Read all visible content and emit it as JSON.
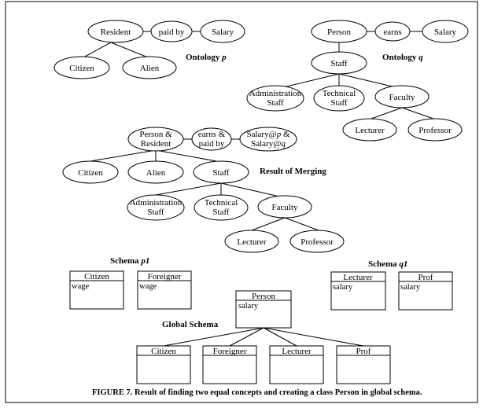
{
  "ontology_p": {
    "title_main": "Ontology ",
    "title_var": "p",
    "nodes": {
      "resident": "Resident",
      "paid_by": "paid by",
      "salary": "Salary",
      "citizen": "Citizen",
      "alien": "Alien"
    }
  },
  "ontology_q": {
    "title_main": "Ontology ",
    "title_var": "q",
    "nodes": {
      "person": "Person",
      "earns": "earns",
      "salary": "Salary",
      "staff": "Staff",
      "admin_staff": [
        "Administration",
        "Staff"
      ],
      "technical_staff": [
        "Technical",
        "Staff"
      ],
      "faculty": "Faculty",
      "lecturer": "Lecturer",
      "professor": "Professor"
    }
  },
  "merged": {
    "title": "Result of Merging",
    "nodes": {
      "person_resident": [
        "Person &",
        "Resident"
      ],
      "earns_paid_by": [
        "earns &",
        "paid by"
      ],
      "salary_pq": {
        "line1_prefix": "Salary@",
        "line1_var": "p",
        "line1_suffix": " &",
        "line2_prefix": "Salary@",
        "line2_var": "q"
      },
      "citizen": "Citizen",
      "alien": "Alien",
      "staff": "Staff",
      "admin_staff": [
        "Administration",
        "Staff"
      ],
      "technical_staff": [
        "Technical",
        "Staff"
      ],
      "faculty": "Faculty",
      "lecturer": "Lecturer",
      "professor": "Professor"
    }
  },
  "schema_p1": {
    "title_main": "Schema ",
    "title_var": "p1",
    "classes": [
      {
        "name": "Citizen",
        "attr": "wage"
      },
      {
        "name": "Foreigner",
        "attr": "wage"
      }
    ]
  },
  "schema_q1": {
    "title_main": "Schema ",
    "title_var": "q1",
    "classes": [
      {
        "name": "Lecturer",
        "attr": "salary"
      },
      {
        "name": "Prof",
        "attr": "salary"
      }
    ]
  },
  "global_schema": {
    "title": "Global Schema",
    "root": {
      "name": "Person",
      "attr": "salary"
    },
    "children": [
      "Citizen",
      "Foreigner",
      "Lecturer",
      "Prof"
    ]
  },
  "caption": "FIGURE 7. Result of finding two equal concepts and creating a class Person in global schema."
}
